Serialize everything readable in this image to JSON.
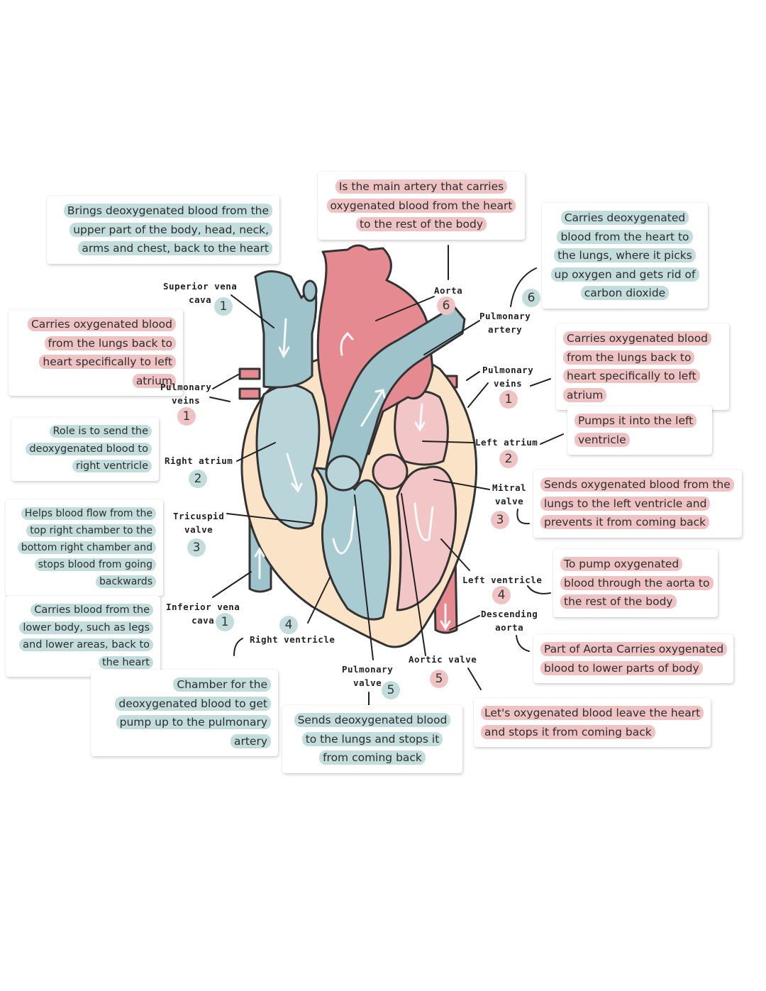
{
  "colors": {
    "deoxygenated": "#9fc3cb",
    "deoxygenated_dark": "#7ba7b4",
    "oxygenated": "#e58a90",
    "oxygenated_light": "#f2c5c6",
    "muscle": "#fae3c6",
    "outline": "#333333",
    "highlight_blue": "#c3dcdc",
    "highlight_pink": "#efc3c3"
  },
  "notes": {
    "superior_vena_cava_note": "Brings deoxygenated blood from the upper part of the body, head, neck, arms and chest, back to the heart",
    "aorta_note": "Is the main artery that carries oxygenated blood from the heart to the rest of the body",
    "pulmonary_artery_note": "Carries deoxygenated blood from the heart to the lungs, where it picks up oxygen and gets rid of carbon dioxide",
    "pulmonary_veins_left_note": "Carries oxygenated blood from the lungs back to heart specifically to left atrium",
    "pulmonary_veins_right_note": "Carries oxygenated blood from the lungs back to heart specifically to left atrium",
    "right_atrium_note": "Role is to send the deoxygenated blood to right ventricle",
    "left_atrium_note": "Pumps it into the left ventricle",
    "tricuspid_valve_note": "Helps blood flow from the top right chamber to the bottom right chamber and stops blood from going backwards",
    "mitral_valve_note": "Sends oxygenated blood from the lungs to the left ventricle and prevents it from coming back",
    "left_ventricle_note": "To pump oxygenated blood through the aorta to the rest of the body",
    "inferior_vena_cava_note": "Carries blood from the lower body, such as legs and lower areas, back to the heart",
    "descending_aorta_note": "Part of Aorta Carries oxygenated blood to lower parts of body",
    "right_ventricle_note": "Chamber for the deoxygenated blood to get pump up to the pulmonary artery",
    "pulmonary_valve_note": "Sends deoxygenated blood to the lungs and stops it from coming back",
    "aortic_valve_note": "Let's oxygenated blood leave the heart and stops it from coming back"
  },
  "labels": {
    "superior_vena_cava": "Superior vena\ncava",
    "aorta": "Aorta",
    "pulmonary_artery": "Pulmonary\nartery",
    "pulmonary_veins_left": "Pulmonary\nveins",
    "pulmonary_veins_right": "Pulmonary\nveins",
    "right_atrium": "Right atrium",
    "left_atrium": "Left atrium",
    "tricuspid_valve": "Tricuspid\nvalve",
    "mitral_valve": "Mitral\nvalve",
    "left_ventricle": "Left ventricle",
    "inferior_vena_cava": "Inferior vena\ncava",
    "descending_aorta": "Descending\naorta",
    "right_ventricle": "Right ventricle",
    "pulmonary_valve": "Pulmonary\nvalve",
    "aortic_valve": "Aortic valve"
  },
  "numbers": {
    "superior_vena_cava": "1",
    "aorta": "6",
    "pulmonary_artery": "6",
    "pulmonary_veins_left": "1",
    "pulmonary_veins_right": "1",
    "right_atrium": "2",
    "left_atrium": "2",
    "tricuspid_valve": "3",
    "mitral_valve": "3",
    "left_ventricle": "4",
    "inferior_vena_cava": "1",
    "right_ventricle": "4",
    "pulmonary_valve": "5",
    "aortic_valve": "5"
  }
}
